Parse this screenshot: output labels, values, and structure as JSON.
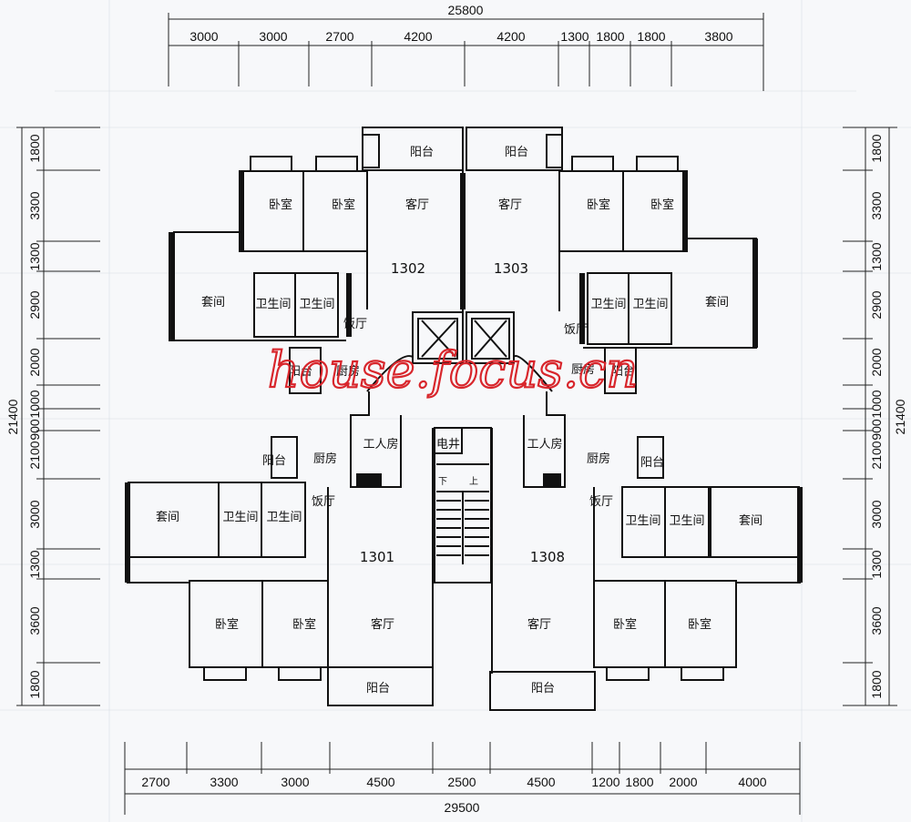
{
  "dims": {
    "top_total": "25800",
    "top_segments": [
      "3000",
      "3000",
      "2700",
      "4200",
      "4200",
      "1300",
      "1800",
      "1800",
      "3800"
    ],
    "bottom_total": "29500",
    "bottom_segments": [
      "2700",
      "3300",
      "3000",
      "4500",
      "2500",
      "4500",
      "1200",
      "1800",
      "2000",
      "4000"
    ],
    "left_total": "21400",
    "right_total": "21400",
    "left_segments": [
      "1800",
      "3300",
      "1300",
      "2900",
      "2000",
      "1000",
      "900",
      "2100",
      "3000",
      "1300",
      "3600",
      "1800"
    ],
    "right_segments": [
      "1800",
      "3300",
      "1300",
      "2900",
      "2000",
      "1000",
      "900",
      "2100",
      "3000",
      "1300",
      "3600",
      "1800"
    ]
  },
  "units": [
    "1302",
    "1303",
    "1301",
    "1308"
  ],
  "rooms": {
    "balcony": "阳台",
    "living": "客厅",
    "bedroom": "卧室",
    "suite": "套间",
    "bathroom": "卫生间",
    "dining": "饭厅",
    "kitchen": "厨房",
    "servant": "工人房",
    "elec_shaft": "电井",
    "down": "下",
    "up": "上"
  },
  "watermark": "house.focus.cn"
}
